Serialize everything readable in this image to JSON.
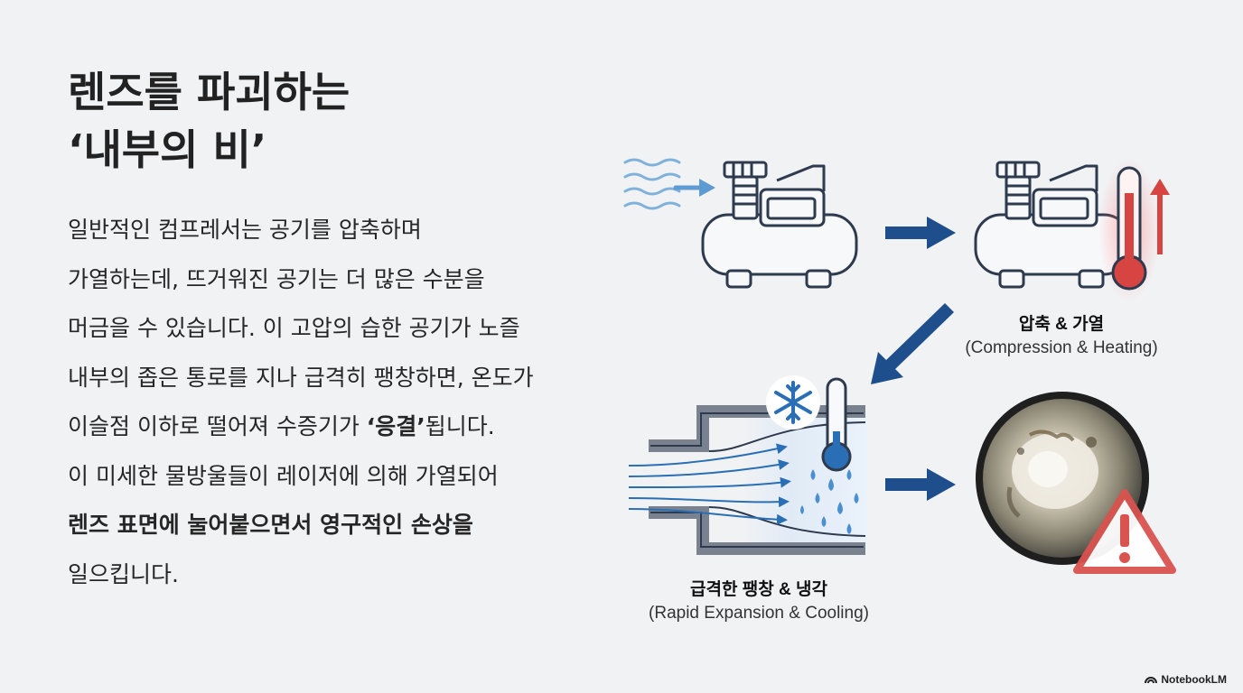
{
  "title": {
    "line1": "렌즈를 파괴하는",
    "line2": "‘내부의 비’"
  },
  "body": {
    "l1": "일반적인 컴프레서는 공기를 압축하며",
    "l2": "가열하는데, 뜨거워진 공기는 더 많은 수분을",
    "l3": "머금을 수 있습니다. 이 고압의 습한 공기가 노즐",
    "l4": "내부의 좁은 통로를 지나 급격히 팽창하면, 온도가",
    "l5_pre": "이슬점 이하로 떨어져 수증기가 ",
    "l5_bold": "‘응결’",
    "l5_post": "됩니다.",
    "l6": "이 미세한 물방울들이 레이저에 의해 가열되어",
    "l7": "렌즈 표면에 눌어붙으면서 영구적인 손상을",
    "l8": "일으킵니다."
  },
  "diagram": {
    "step2_ko": "압축 & 가열",
    "step2_en": "(Compression & Heating)",
    "step3_ko": "급격한 팽창 & 냉각",
    "step3_en": "(Rapid Expansion & Cooling)",
    "icons": [
      "air-flow-icon",
      "compressor-icon",
      "thermometer-hot-icon",
      "arrow-right-icon",
      "arrow-down-left-icon",
      "nozzle-icon",
      "snowflake-icon",
      "thermometer-cold-icon",
      "water-droplets-icon",
      "damaged-lens-icon",
      "warning-triangle-icon"
    ],
    "colors": {
      "arrow": "#1f4e8c",
      "hot": "#d64541",
      "cold": "#2a6fb5",
      "warning": "#d9534f",
      "line": "#2e3a4e"
    }
  },
  "brand": "NotebookLM"
}
